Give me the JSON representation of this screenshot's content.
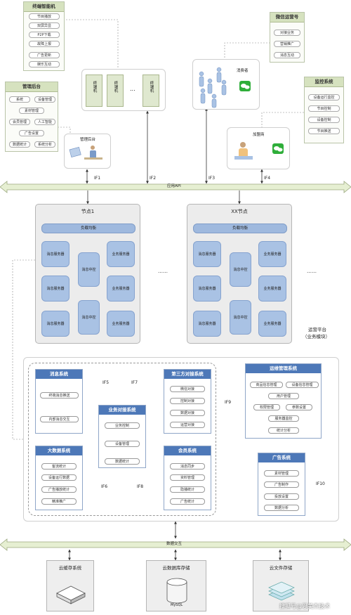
{
  "terminal": {
    "title": "终端智能机",
    "items": [
      "节目播放",
      "双屏异显",
      "P2P下载",
      "故障上报",
      "广告更新",
      "娱乐互动"
    ],
    "machine_label": "终端机",
    "ellipsis": "..."
  },
  "wechat_ops": {
    "title": "微信运营号",
    "items": [
      "对接业务",
      "营销推广",
      "消息互动"
    ]
  },
  "admin_backend": {
    "title": "管理后台",
    "items": [
      "系统",
      "设备管理",
      "素材管理",
      "会员管理",
      "人工智能",
      "广告设置",
      "数据统计",
      "系统分析"
    ],
    "device_label": "管理后台"
  },
  "monitor": {
    "title": "监控系统",
    "items": [
      "设备运行监控",
      "节目控制",
      "设备控制",
      "节目推送"
    ]
  },
  "consumer_label": "消费者",
  "franchisee_label": "加盟商",
  "interfaces": {
    "if1": "IF1",
    "if2": "IF2",
    "if3": "IF3",
    "if4": "IF4",
    "if5": "IF5",
    "if6": "IF6",
    "if7": "IF7",
    "if8": "IF8",
    "if9": "IF9",
    "if10": "IF10"
  },
  "top_bus_label": "应用API",
  "bottom_bus_label": "数据交互",
  "node1": {
    "title": "节点1",
    "lb": "负载均衡",
    "server": "消息服务器",
    "control": "消息中控",
    "biz": "业务服务器"
  },
  "nodexx": {
    "title": "XX节点",
    "lb": "负载均衡",
    "server": "消息服务器",
    "control": "消息中控",
    "biz": "业务服务器"
  },
  "dots_mid": "……",
  "dots_right": "……",
  "ops_platform": {
    "line1": "运营平台",
    "line2": "（业务模块）"
  },
  "msg_system": {
    "title": "消息系统",
    "items": [
      "终端消息推送",
      "内部消息交互"
    ]
  },
  "third_party": {
    "title": "第三方对接系统",
    "items": [
      "微信对接",
      "控制对接",
      "数据对接",
      "运营对接"
    ]
  },
  "biz_system": {
    "title": "业务对接系统",
    "items": [
      "业务控制",
      "设备管理",
      "数据统计"
    ]
  },
  "bigdata": {
    "title": "大数据系统",
    "items": [
      "客流统计",
      "设备运行数据",
      "广告播放统计",
      "精准推广"
    ]
  },
  "member": {
    "title": "会员系统",
    "items": [
      "消息同步",
      "资料管理",
      "隐播统计",
      "广告统计"
    ]
  },
  "ops_mgmt": {
    "title": "运维管理系统",
    "items": [
      "商品信息管理",
      "设备信息管理",
      "用户管理",
      "权限管理",
      "参数设置",
      "服务器监控",
      "统计分析"
    ]
  },
  "ad_system": {
    "title": "广告系统",
    "items": [
      "素材管理",
      "广告制作",
      "投放设置",
      "数据分析"
    ]
  },
  "storage": {
    "cache": {
      "title": "云缓存系统"
    },
    "db": {
      "title": "云数据库存储",
      "label": "MySQL"
    },
    "file": {
      "title": "云文件存储"
    }
  },
  "watermark": "搜狐号@恩美杰技术",
  "colors": {
    "green_header": "#d6e2bf",
    "blue_header": "#4d78b8",
    "server_blue": "#a9c2e4",
    "bus_green": "#e6efd2"
  }
}
